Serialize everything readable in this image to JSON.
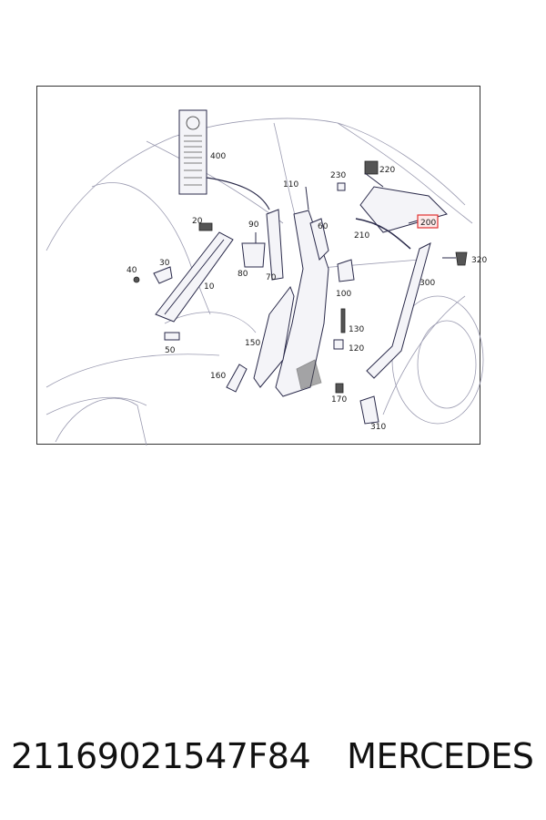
{
  "diagram": {
    "labels": {
      "p10": "10",
      "p20": "20",
      "p30": "30",
      "p40": "40",
      "p50": "50",
      "p60": "60",
      "p70": "70",
      "p80": "80",
      "p90": "90",
      "p100": "100",
      "p110": "110",
      "p120": "120",
      "p130": "130",
      "p150": "150",
      "p160": "160",
      "p170": "170",
      "p200": "200",
      "p210": "210",
      "p220": "220",
      "p230": "230",
      "p300": "300",
      "p310": "310",
      "p320": "320",
      "p400": "400"
    },
    "highlight_color": "#e03030"
  },
  "caption": {
    "part_number": "21169021547F84",
    "brand": "MERCEDES"
  }
}
